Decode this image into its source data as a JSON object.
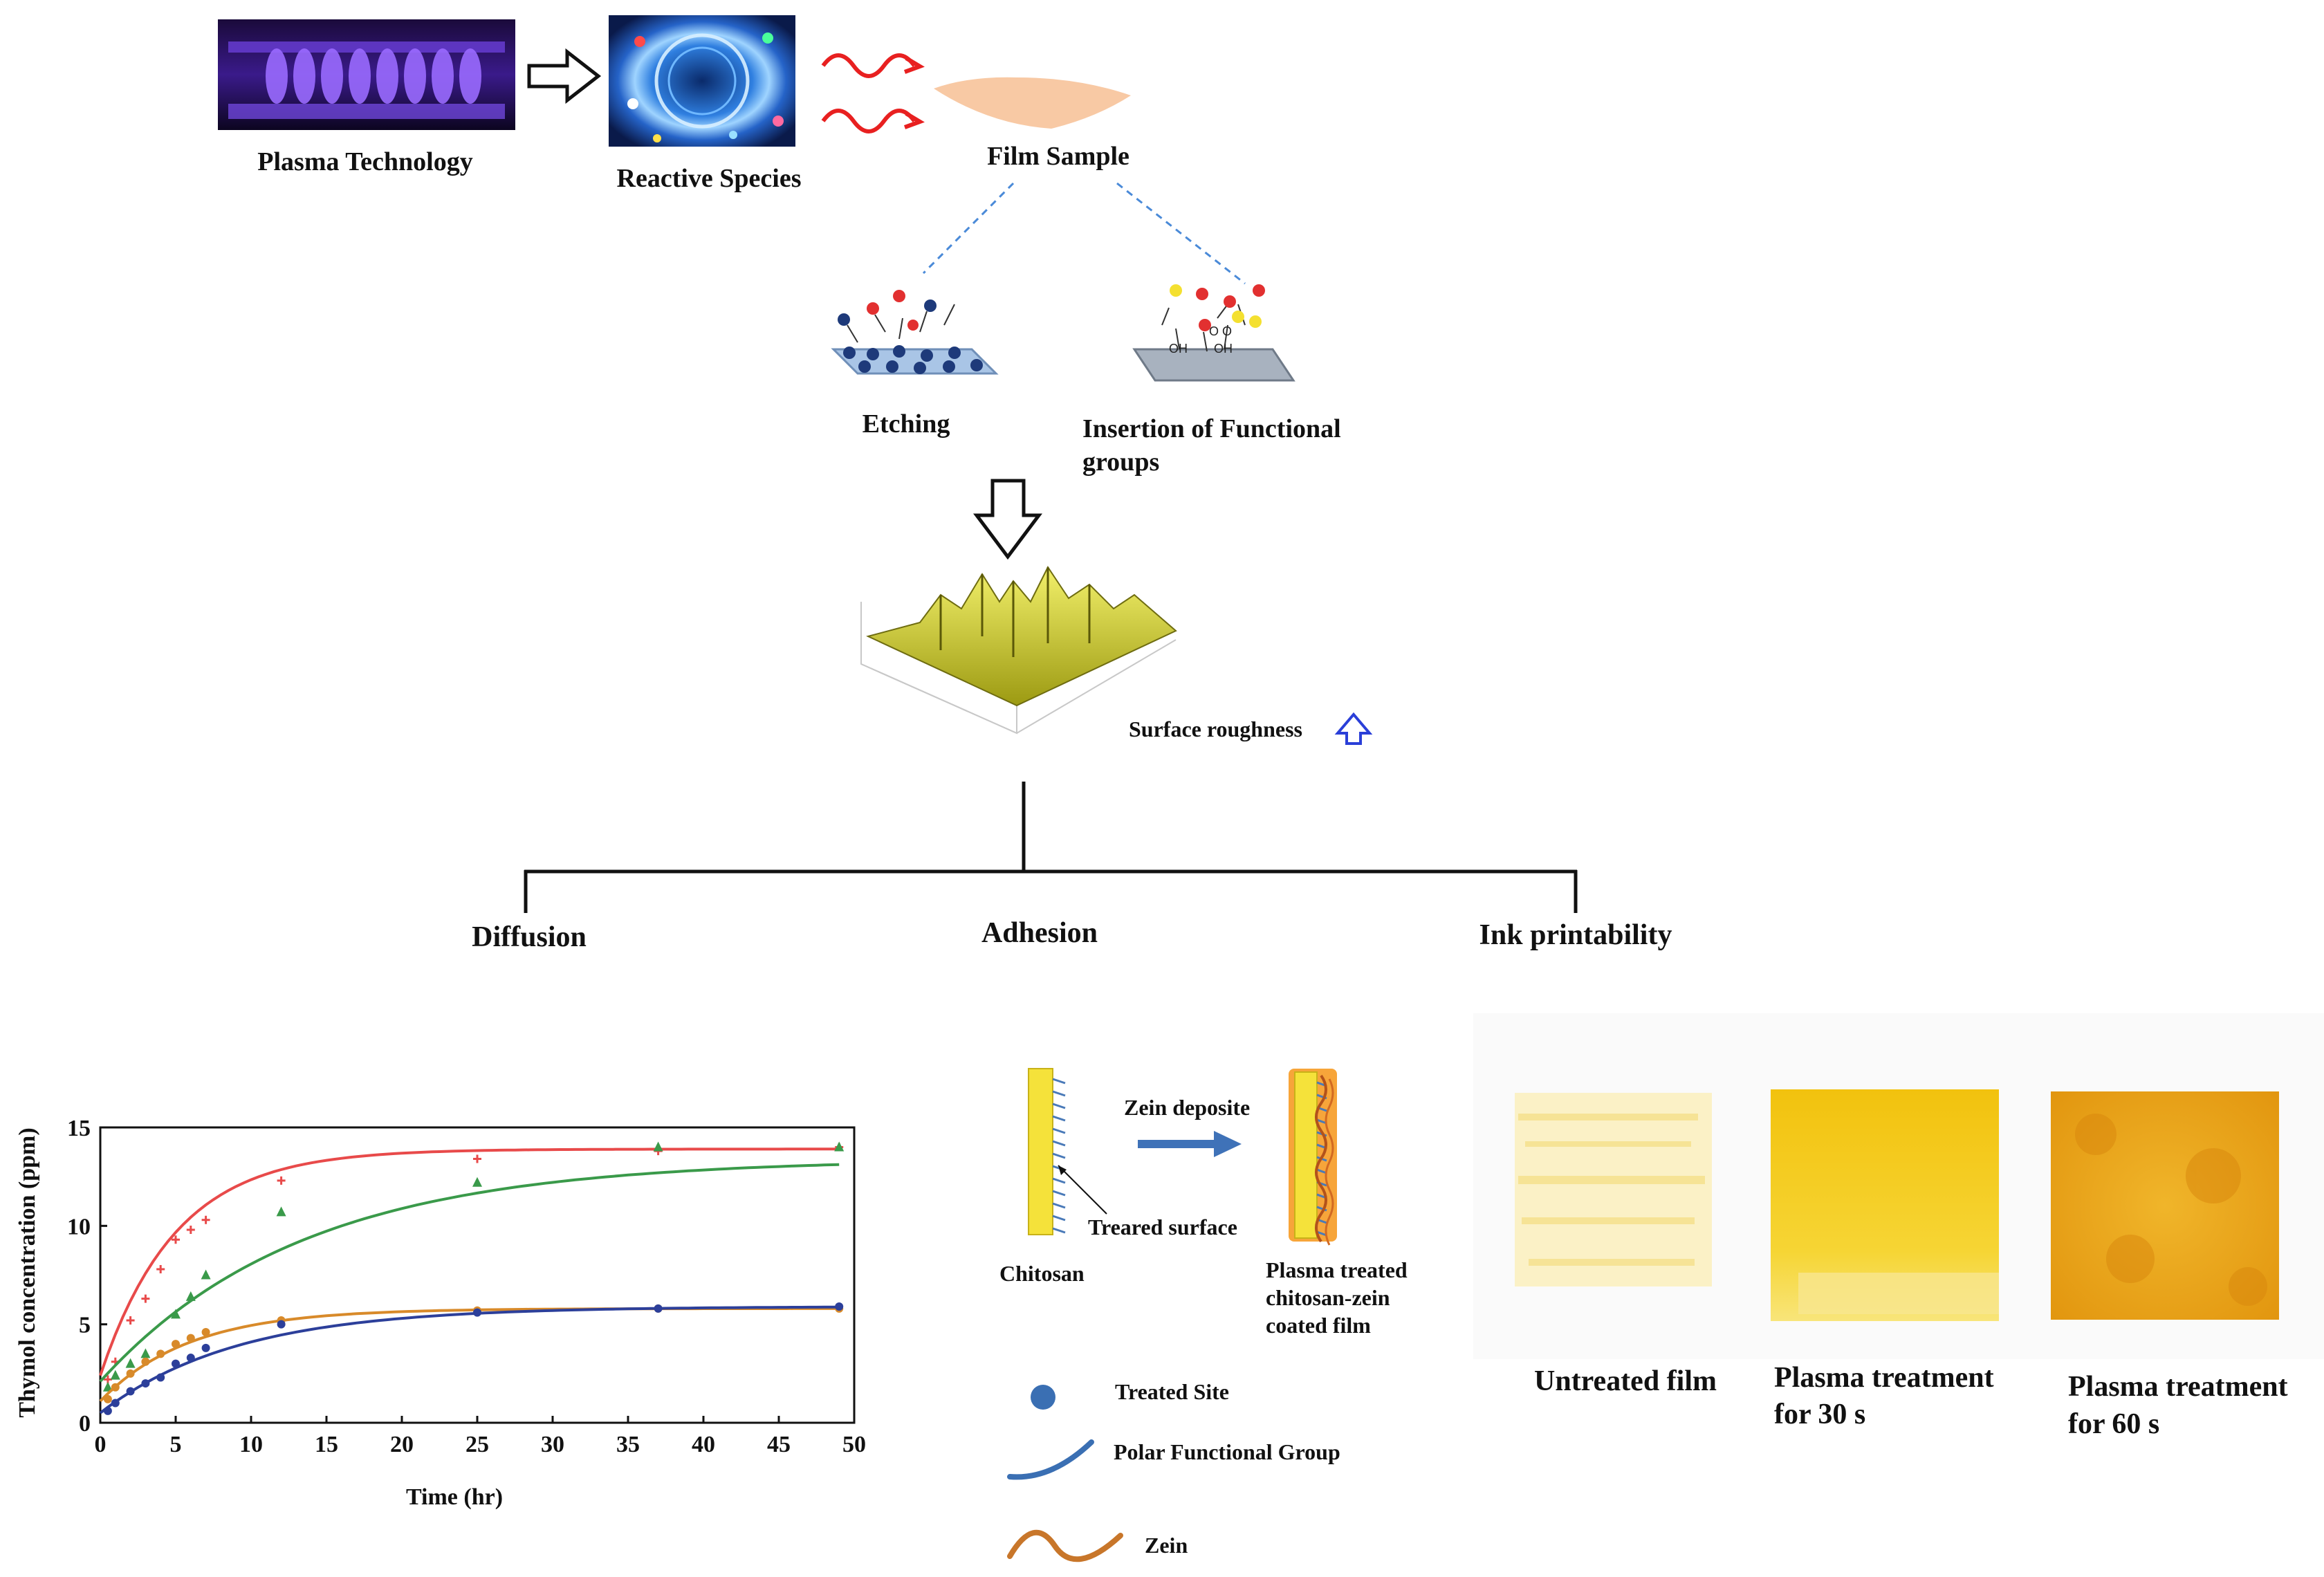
{
  "top": {
    "plasma_label": "Plasma Technology",
    "reactive_label": "Reactive Species",
    "film_label": "Film Sample",
    "etching_label": "Etching",
    "insertion_label_1": "Insertion of Functional",
    "insertion_label_2": "groups",
    "roughness_label": "Surface roughness",
    "outcomes": [
      "Diffusion",
      "Adhesion",
      "Ink printability"
    ]
  },
  "adhesion_panel": {
    "process_label": "Zein deposite",
    "surface_label": "Treared surface",
    "chitosan_label": "Chitosan",
    "result_label_1": "Plasma treated",
    "result_label_2": "chitosan-zein",
    "result_label_3": "coated film",
    "legend": [
      {
        "label": "Treated Site",
        "icon": "treated-site-dot-icon",
        "color": "#3a6fb3"
      },
      {
        "label": "Polar Functional Group",
        "icon": "polar-group-arc-icon",
        "color": "#3a6fb3"
      },
      {
        "label": "Zein",
        "icon": "zein-wave-icon",
        "color": "#c8762a"
      }
    ]
  },
  "ink_panel": {
    "captions": [
      {
        "line1": "Untreated film",
        "line2": ""
      },
      {
        "line1": "Plasma treatment",
        "line2": "for 30 s"
      },
      {
        "line1": "Plasma treatment",
        "line2": "for 60 s"
      }
    ],
    "colors": [
      "#f7e9a8",
      "#f4cc1a",
      "#e8a51c"
    ]
  },
  "chart_data": {
    "type": "scatter",
    "title": "",
    "xlabel": "Time (hr)",
    "ylabel": "Thymol  concentration (ppm)",
    "xlim": [
      0,
      50
    ],
    "ylim": [
      0,
      15
    ],
    "xticks": [
      0,
      5,
      10,
      15,
      20,
      25,
      30,
      35,
      40,
      45,
      50
    ],
    "yticks": [
      0,
      5,
      10,
      15
    ],
    "series": [
      {
        "color": "#e84a4a",
        "marker": "plus",
        "x": [
          0.5,
          1,
          2,
          3,
          4,
          5,
          6,
          7,
          12,
          25,
          37,
          49
        ],
        "y": [
          2.2,
          3.1,
          5.2,
          6.3,
          7.8,
          9.3,
          9.8,
          10.3,
          12.3,
          13.4,
          13.8,
          14.0
        ],
        "fit": {
          "a": 11.5,
          "b": 2.4,
          "k": 0.2
        }
      },
      {
        "color": "#3a9a4a",
        "marker": "triangle",
        "x": [
          0.5,
          1,
          2,
          3,
          5,
          6,
          7,
          12,
          25,
          37,
          49
        ],
        "y": [
          1.8,
          2.4,
          3.0,
          3.5,
          5.5,
          6.4,
          7.5,
          10.7,
          12.2,
          14.0,
          14.0
        ],
        "fit": {
          "a": 11.3,
          "b": 2.1,
          "k": 0.075
        }
      },
      {
        "color": "#d88a2a",
        "marker": "dot",
        "x": [
          0.5,
          1,
          2,
          3,
          4,
          5,
          6,
          7,
          12,
          25,
          37,
          49
        ],
        "y": [
          1.2,
          1.8,
          2.5,
          3.1,
          3.5,
          4.0,
          4.3,
          4.6,
          5.2,
          5.7,
          5.8,
          5.8
        ],
        "fit": {
          "a": 4.7,
          "b": 1.1,
          "k": 0.17
        }
      },
      {
        "color": "#2c3f9a",
        "marker": "dot",
        "x": [
          0.5,
          1,
          2,
          3,
          4,
          5,
          6,
          7,
          12,
          25,
          37,
          49
        ],
        "y": [
          0.6,
          1.0,
          1.6,
          2.0,
          2.3,
          3.0,
          3.3,
          3.8,
          5.0,
          5.6,
          5.8,
          5.9
        ],
        "fit": {
          "a": 5.4,
          "b": 0.5,
          "k": 0.11
        }
      }
    ]
  }
}
